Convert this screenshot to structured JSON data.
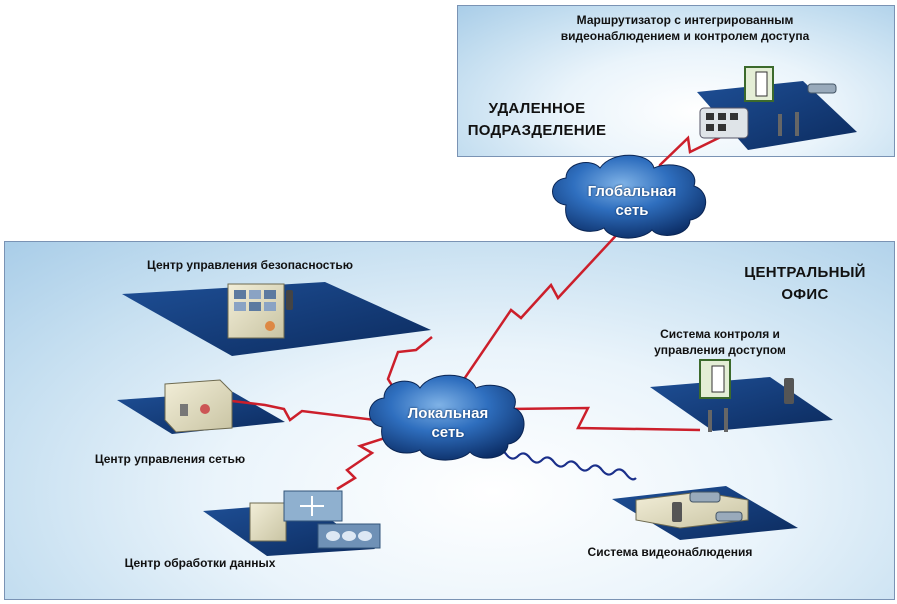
{
  "remote_office": {
    "router_label_line1": "Маршрутизатор с интегрированным",
    "router_label_line2": "видеонаблюдением и контролем доступа",
    "title_line1": "УДАЛЕННОЕ",
    "title_line2": "ПОДРАЗДЕЛЕНИЕ"
  },
  "wan_cloud": {
    "line1": "Глобальная",
    "line2": "сеть"
  },
  "lan_cloud": {
    "line1": "Локальная",
    "line2": "сеть"
  },
  "central_office": {
    "title_line1": "ЦЕНТРАЛЬНЫЙ",
    "title_line2": "ОФИС",
    "security_center": "Центр управления безопасностью",
    "network_center": "Центр управления сетью",
    "data_center": "Центр обработки данных",
    "access_control_line1": "Система контроля и",
    "access_control_line2": "управления доступом",
    "video_system": "Система видеонаблюдения"
  },
  "colors": {
    "link_red": "#cc1f2b",
    "link_wireless": "#1a2f8a",
    "platform": "#123a78",
    "cloud": "#1d5aa6"
  }
}
